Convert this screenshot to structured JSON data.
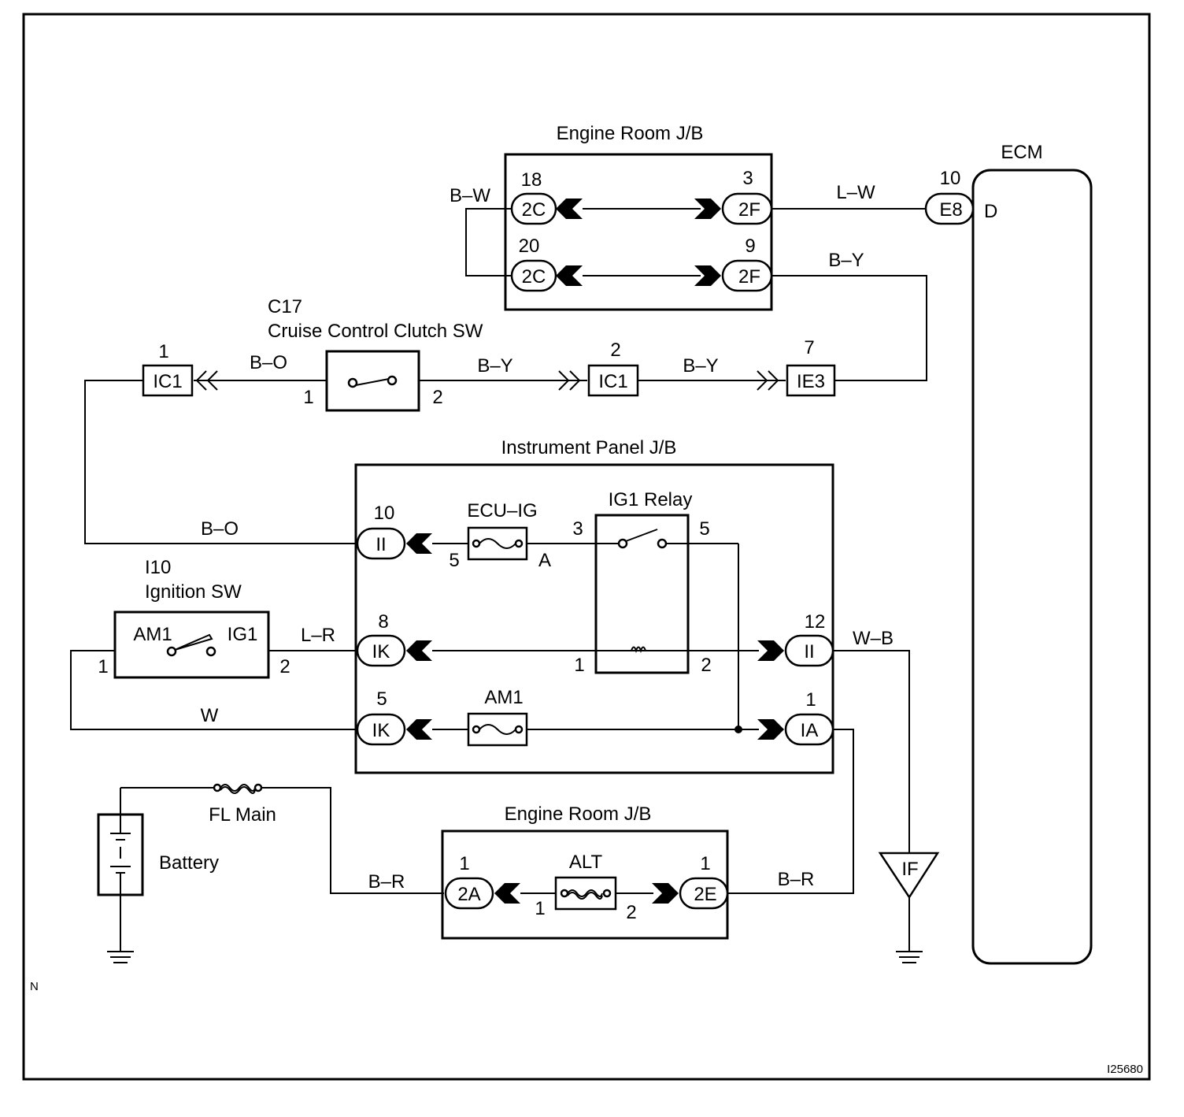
{
  "labels": {
    "engine_room_jb_top": "Engine Room J/B",
    "engine_room_jb_bottom": "Engine Room J/B",
    "instrument_panel_jb": "Instrument Panel J/B",
    "ecm": "ECM",
    "ecm_pin_d": "D",
    "c17_code": "C17",
    "c17_name": "Cruise Control Clutch SW",
    "i10_code": "I10",
    "i10_name": "Ignition SW",
    "am1_contact": "AM1",
    "ig1_contact": "IG1",
    "ecu_ig_fuse": "ECU–IG",
    "ig1_relay": "IG1 Relay",
    "am1_fuse": "AM1",
    "fl_main": "FL Main",
    "battery": "Battery",
    "alt_fuse": "ALT",
    "ground_if": "IF",
    "corner_n": "N",
    "figure_code": "I25680"
  },
  "connectors": {
    "c_2c_top": "2C",
    "c_2f_top": "2F",
    "c_2c_bot": "2C",
    "c_2f_bot": "2F",
    "c_e8": "E8",
    "c_ic1_left": "IC1",
    "c_ic1_right": "IC1",
    "c_ie3": "IE3",
    "c_ii_10": "II",
    "c_ik_8": "IK",
    "c_ik_5": "IK",
    "c_ii_12": "II",
    "c_ia_1": "IA",
    "c_2a": "2A",
    "c_2e": "2E"
  },
  "pins": {
    "p18": "18",
    "p3_ejb": "3",
    "p20": "20",
    "p9": "9",
    "p10_e8": "10",
    "p1_ic1": "1",
    "p1_c17": "1",
    "p2_c17": "2",
    "p2_ic1": "2",
    "p7_ie3": "7",
    "p10_ii": "10",
    "p5_ecu": "5",
    "pA_ecu": "A",
    "p3_relay": "3",
    "p5_relay": "5",
    "p1_relay": "1",
    "p2_relay": "2",
    "p8_ik": "8",
    "p12_ii": "12",
    "p5_ik": "5",
    "p1_ia": "1",
    "p1_ign": "1",
    "p2_ign": "2",
    "p1_2a": "1",
    "p1_alt": "1",
    "p2_alt": "2",
    "p1_2e": "1"
  },
  "wires": {
    "bw": "B–W",
    "lw": "L–W",
    "by_upper": "B–Y",
    "bo_upper": "B–O",
    "by_mid1": "B–Y",
    "by_mid2": "B–Y",
    "bo_lower": "B–O",
    "lr": "L–R",
    "wb": "W–B",
    "w": "W",
    "br_left": "B–R",
    "br_right": "B–R"
  }
}
